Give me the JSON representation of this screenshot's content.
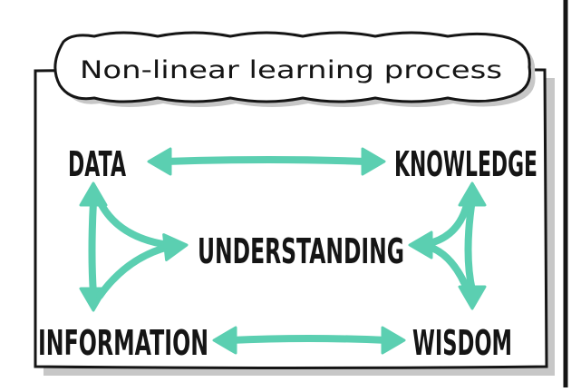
{
  "diagram": {
    "title": "Non-linear learning process",
    "nodes": {
      "data": "DATA",
      "knowledge": "KNOWLEDGE",
      "understanding": "UNDERSTANDING",
      "information": "INFORMATION",
      "wisdom": "WISDOM"
    },
    "colors": {
      "arrow": "#5bcfb1",
      "ink": "#151515",
      "shadow": "#c7c7c7",
      "background": "#ffffff"
    }
  }
}
